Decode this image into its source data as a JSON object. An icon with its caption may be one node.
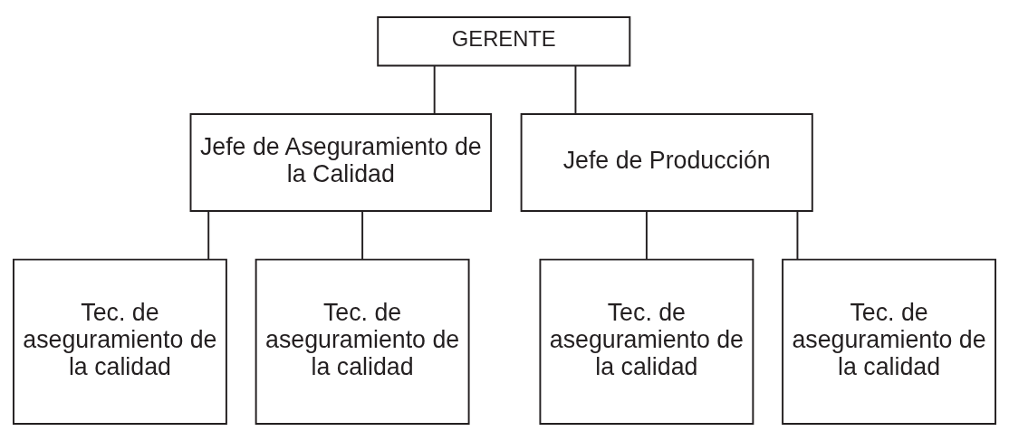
{
  "diagram": {
    "nodes": [
      {
        "text": [
          "GERENTE"
        ]
      },
      {
        "text": [
          "Jefe de Aseguramiento de la Calidad"
        ]
      },
      {
        "text": [
          "Jefe de Producción"
        ]
      },
      {
        "text": [
          "Tec. de aseguramiento de la calidad"
        ]
      },
      {
        "text": [
          "Tec. de aseguramiento de la calidad"
        ]
      },
      {
        "text": [
          "Tec. de aseguramiento de la calidad"
        ]
      },
      {
        "text": [
          "Tec. de aseguramiento de la calidad"
        ]
      }
    ],
    "edges": [
      {
        "from": 0,
        "to": 1,
        "arrow": "none"
      },
      {
        "from": 0,
        "to": 2,
        "arrow": "none"
      },
      {
        "from": 1,
        "to": 3,
        "arrow": "none"
      },
      {
        "from": 1,
        "to": 4,
        "arrow": "none"
      },
      {
        "from": 2,
        "to": 5,
        "arrow": "none"
      },
      {
        "from": 2,
        "to": 6,
        "arrow": "none"
      }
    ]
  }
}
